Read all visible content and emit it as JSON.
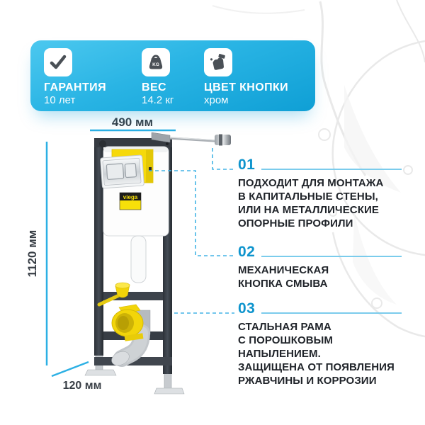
{
  "banner": {
    "features": [
      {
        "icon": "check-icon",
        "title": "ГАРАНТИЯ",
        "value": "10 лет"
      },
      {
        "icon": "weight-icon",
        "title": "ВЕС",
        "value": "14.2 кг"
      },
      {
        "icon": "paint-icon",
        "title": "ЦВЕТ КНОПКИ",
        "value": "хром"
      }
    ]
  },
  "dimensions": {
    "width": "490 мм",
    "height": "1120 мм",
    "depth": "120 мм"
  },
  "callouts": [
    {
      "num": "01",
      "text": "ПОДХОДИТ ДЛЯ МОНТАЖА\nВ КАПИТАЛЬНЫЕ СТЕНЫ,\nИЛИ НА МЕТАЛЛИЧЕСКИЕ\nОПОРНЫЕ ПРОФИЛИ"
    },
    {
      "num": "02",
      "text": "МЕХАНИЧЕСКАЯ\nКНОПКА СМЫВА"
    },
    {
      "num": "03",
      "text": "СТАЛЬНАЯ РАМА\nС ПОРОШКОВЫМ НАПЫЛЕНИЕМ.\nЗАЩИЩЕНА ОТ ПОЯВЛЕНИЯ\nРЖАВЧИНЫ И КОРРОЗИИ"
    }
  ],
  "brand": {
    "logo_text": "viega"
  },
  "colors": {
    "banner_top": "#4cc8ef",
    "banner_bottom": "#0f9fd5",
    "number_blue": "#0e94cd",
    "leader_cyan": "#43b4e5",
    "dimension_cyan": "#2cb0e4",
    "text_dark": "#20242a",
    "frame_dark": "#363b42",
    "viega_yellow": "#f6d90b"
  }
}
